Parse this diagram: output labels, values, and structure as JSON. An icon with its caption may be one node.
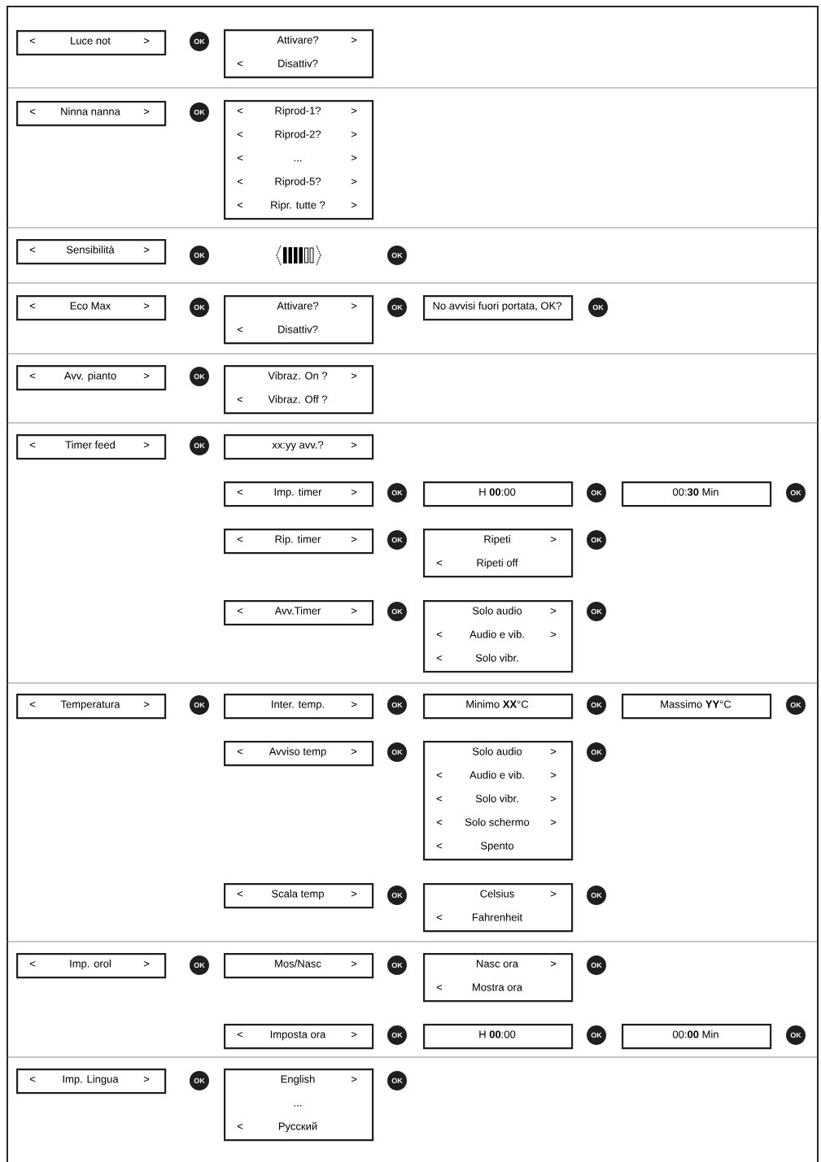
{
  "diagram": {
    "nodes": [
      {
        "text": [
          "<",
          "Luce not",
          ">"
        ]
      },
      {
        "text": [
          "OK"
        ]
      },
      {
        "text": [
          "Attivare?",
          ">",
          "<",
          "Disattiv?"
        ]
      },
      {
        "text": [
          "<",
          "Ninna nanna",
          ">"
        ]
      },
      {
        "text": [
          "OK"
        ]
      },
      {
        "text": [
          "<",
          "Riprod-1?",
          ">",
          "<",
          "Riprod-2?",
          ">",
          "<",
          "...",
          ">",
          "<",
          "Riprod-5?",
          ">",
          "<",
          "Ripr. tutte ?",
          ">"
        ]
      },
      {
        "text": [
          "<",
          "Sensibilità",
          ">"
        ]
      },
      {
        "text": [
          "OK"
        ]
      },
      {
        "text": [],
        "shape": "picture"
      },
      {
        "text": [
          "OK"
        ]
      },
      {
        "text": [
          "<",
          "Eco Max",
          ">"
        ]
      },
      {
        "text": [
          "OK"
        ]
      },
      {
        "text": [
          "Attivare?",
          ">",
          "<",
          "Disattiv?"
        ]
      },
      {
        "text": [
          "OK"
        ]
      },
      {
        "text": [
          "No avvisi fuori portata, OK?"
        ]
      },
      {
        "text": [
          "OK"
        ]
      },
      {
        "text": [
          "<",
          "Avv. pianto",
          ">"
        ]
      },
      {
        "text": [
          "OK"
        ]
      },
      {
        "text": [
          "Vibraz. On ?",
          ">",
          "<",
          "Vibraz. Off ?"
        ]
      },
      {
        "text": [
          "<",
          "Timer feed",
          ">"
        ]
      },
      {
        "text": [
          "OK"
        ]
      },
      {
        "text": [
          "xx:yy avv.?",
          ">"
        ]
      },
      {
        "text": [
          "<",
          "Imp. timer",
          ">"
        ]
      },
      {
        "text": [
          "OK"
        ]
      },
      {
        "text": [
          "H **00**:00"
        ]
      },
      {
        "text": [
          "OK"
        ]
      },
      {
        "text": [
          "00:**30** Min"
        ]
      },
      {
        "text": [
          "OK"
        ]
      },
      {
        "text": [
          "<",
          "Rip. timer",
          ">"
        ]
      },
      {
        "text": [
          "OK"
        ]
      },
      {
        "text": [
          "Ripeti",
          ">",
          "<",
          "Ripeti off"
        ]
      },
      {
        "text": [
          "OK"
        ]
      },
      {
        "text": [
          "<",
          "Avv.Timer",
          ">"
        ]
      },
      {
        "text": [
          "OK"
        ]
      },
      {
        "text": [
          "Solo audio",
          ">",
          "<",
          "Audio e vib.",
          ">",
          "<",
          "Solo vibr."
        ]
      },
      {
        "text": [
          "OK"
        ]
      },
      {
        "text": [
          "<",
          "Temperatura",
          ">"
        ]
      },
      {
        "text": [
          "OK"
        ]
      },
      {
        "text": [
          "Inter. temp.",
          ">"
        ]
      },
      {
        "text": [
          "OK"
        ]
      },
      {
        "text": [
          "Minimo **XX**°C"
        ]
      },
      {
        "text": [
          "OK"
        ]
      },
      {
        "text": [
          "Massimo **YY**°C"
        ]
      },
      {
        "text": [
          "OK"
        ]
      },
      {
        "text": [
          "<",
          "Avviso temp",
          ">"
        ]
      },
      {
        "text": [
          "OK"
        ]
      },
      {
        "text": [
          "Solo audio",
          ">",
          "<",
          "Audio e vib.",
          ">",
          "<",
          "Solo vibr.",
          ">",
          "<",
          "Solo schermo",
          ">",
          "<",
          "Spento"
        ]
      },
      {
        "text": [
          "OK"
        ]
      },
      {
        "text": [
          "<",
          "Scala temp",
          ">"
        ]
      },
      {
        "text": [
          "OK"
        ]
      },
      {
        "text": [
          "Celsius",
          ">",
          "<",
          "Fahrenheit"
        ]
      },
      {
        "text": [
          "OK"
        ]
      },
      {
        "text": [
          "<",
          "Imp. orol",
          ">"
        ]
      },
      {
        "text": [
          "OK"
        ]
      },
      {
        "text": [
          "Mos/Nasc",
          ">"
        ]
      },
      {
        "text": [
          "OK"
        ]
      },
      {
        "text": [
          "Nasc ora",
          ">",
          "<",
          "Mostra ora"
        ]
      },
      {
        "text": [
          "OK"
        ]
      },
      {
        "text": [
          "<",
          "Imposta ora",
          ">"
        ]
      },
      {
        "text": [
          "OK"
        ]
      },
      {
        "text": [
          "H **00**:00"
        ]
      },
      {
        "text": [
          "OK"
        ]
      },
      {
        "text": [
          "00:**00** Min"
        ]
      },
      {
        "text": [
          "OK"
        ]
      },
      {
        "text": [
          "<",
          "Imp. Lingua",
          ">"
        ]
      },
      {
        "text": [
          "OK"
        ]
      },
      {
        "text": [
          "English",
          ">",
          "...",
          "<",
          "Русский"
        ]
      },
      {
        "text": [
          "OK"
        ]
      }
    ]
  }
}
